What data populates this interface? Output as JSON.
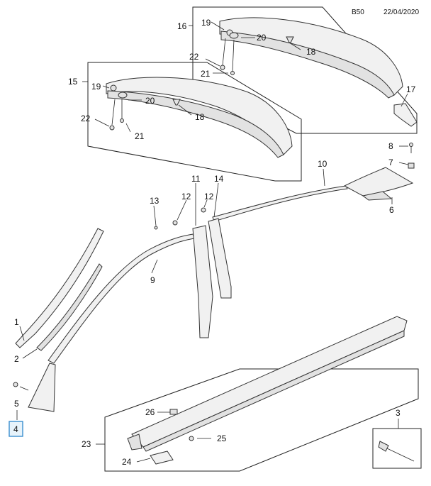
{
  "header": {
    "code": "B50",
    "date": "22/04/2020"
  },
  "callouts": {
    "c1": "1",
    "c2": "2",
    "c3": "3",
    "c4": "4",
    "c5": "5",
    "c6": "6",
    "c7": "7",
    "c8": "8",
    "c9": "9",
    "c10": "10",
    "c11": "11",
    "c12a": "12",
    "c12b": "12",
    "c13": "13",
    "c14": "14",
    "c15": "15",
    "c16": "16",
    "c17": "17",
    "c18a": "18",
    "c18b": "18",
    "c19a": "19",
    "c19b": "19",
    "c20a": "20",
    "c20b": "20",
    "c21a": "21",
    "c21b": "21",
    "c22a": "22",
    "c22b": "22",
    "c23": "23",
    "c24": "24",
    "c25": "25",
    "c26": "26"
  },
  "highlight": {
    "callout": "4",
    "color": "#3a8fd0"
  }
}
